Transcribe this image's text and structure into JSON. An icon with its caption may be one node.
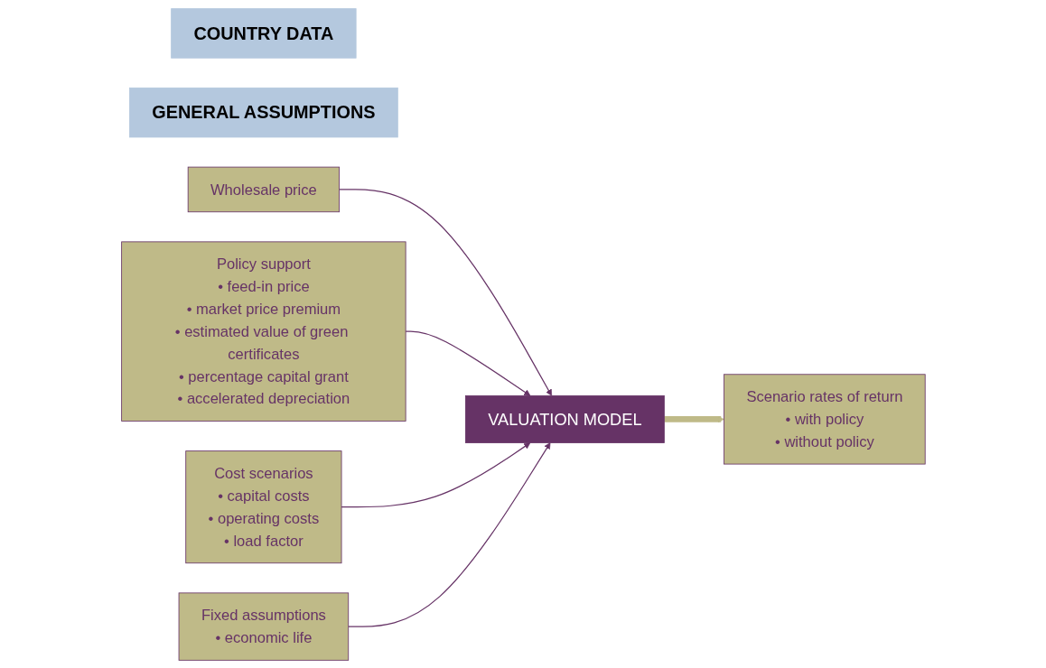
{
  "diagram": {
    "nodes": [
      {
        "text": [
          "COUNTRY DATA"
        ]
      },
      {
        "text": [
          "GENERAL ASSUMPTIONS"
        ]
      },
      {
        "text": [
          "Wholesale price"
        ]
      },
      {
        "text": [
          "Policy support",
          "• feed-in price",
          "• market price premium",
          "• estimated value of green certificates",
          "• percentage capital grant",
          "• accelerated depreciation"
        ]
      },
      {
        "text": [
          "VALUATION MODEL"
        ]
      },
      {
        "text": [
          "Cost scenarios",
          "• capital costs",
          "• operating costs",
          "• load factor"
        ]
      },
      {
        "text": [
          "Fixed assumptions",
          "• economic life"
        ]
      },
      {
        "text": [
          "Scenario rates of return",
          "• with policy",
          "• without policy"
        ]
      }
    ],
    "edges": [
      {
        "from": 2,
        "to": 4,
        "arrow": "to"
      },
      {
        "from": 3,
        "to": 4,
        "arrow": "to"
      },
      {
        "from": 5,
        "to": 4,
        "arrow": "to"
      },
      {
        "from": 6,
        "to": 4,
        "arrow": "to"
      },
      {
        "from": 4,
        "to": 7,
        "arrow": "to",
        "style": "thick",
        "color": "#bfba88"
      }
    ]
  }
}
